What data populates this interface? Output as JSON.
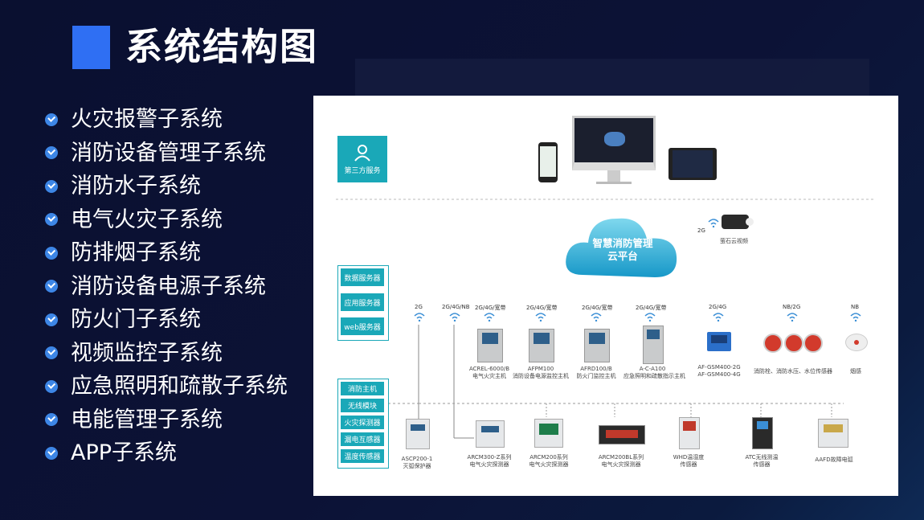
{
  "page": {
    "title": "系统结构图",
    "accent_color": "#2f6ff3"
  },
  "subsystems": [
    "火灾报警子系统",
    "消防设备管理子系统",
    "消防水子系统",
    "电气火灾子系统",
    "防排烟子系统",
    "消防设备电源子系统",
    "防火门子系统",
    "视频监控子系统",
    "应急照明和疏散子系统",
    "电能管理子系统",
    "APP子系统"
  ],
  "diagram": {
    "third_party": "第三方服务",
    "servers": [
      "数据服务器",
      "应用服务器",
      "web服务器"
    ],
    "cloud": {
      "line1": "智慧消防管理",
      "line2": "云平台"
    },
    "camera": {
      "network": "2G",
      "label": "萤石云视频"
    },
    "field_modules": [
      "消防主机",
      "无线模块",
      "火灾探测器",
      "漏电互感器",
      "温度传感器"
    ],
    "upper_devices": [
      {
        "net": "2G/4G/宽带",
        "model": "ACREL-6000/B",
        "desc": "电气火灾主机"
      },
      {
        "net": "2G/4G/宽带",
        "model": "AFPM100",
        "desc": "消防设备电源监控主机"
      },
      {
        "net": "2G/4G/宽带",
        "model": "AFRD100/B",
        "desc": "防火门监控主机"
      },
      {
        "net": "2G/4G/宽带",
        "model": "A-C-A100",
        "desc": "应急照明和疏散指示主机"
      },
      {
        "net": "2G/4G",
        "model": "AF-GSM400-2G",
        "desc": "AF-GSM400-4G"
      },
      {
        "net": "NB/2G",
        "model": "",
        "desc": "消防栓、消防水压、水位传感器"
      },
      {
        "net": "NB",
        "model": "",
        "desc": "烟感"
      }
    ],
    "bus_networks": [
      "2G",
      "2G/4G/NB"
    ],
    "lower_devices": [
      {
        "model": "ASCP200-1",
        "desc": "灭弧保护器"
      },
      {
        "model": "ARCM300-Z系列",
        "desc": "电气火灾探测器"
      },
      {
        "model": "ARCM200系列",
        "desc": "电气火灾探测器"
      },
      {
        "model": "ARCM200BL系列",
        "desc": "电气火灾探测器"
      },
      {
        "model": "WHD温湿度",
        "desc": "传感器"
      },
      {
        "model": "ATC无线测温",
        "desc": "传感器"
      },
      {
        "model": "AAFD故障电弧",
        "desc": ""
      }
    ]
  }
}
